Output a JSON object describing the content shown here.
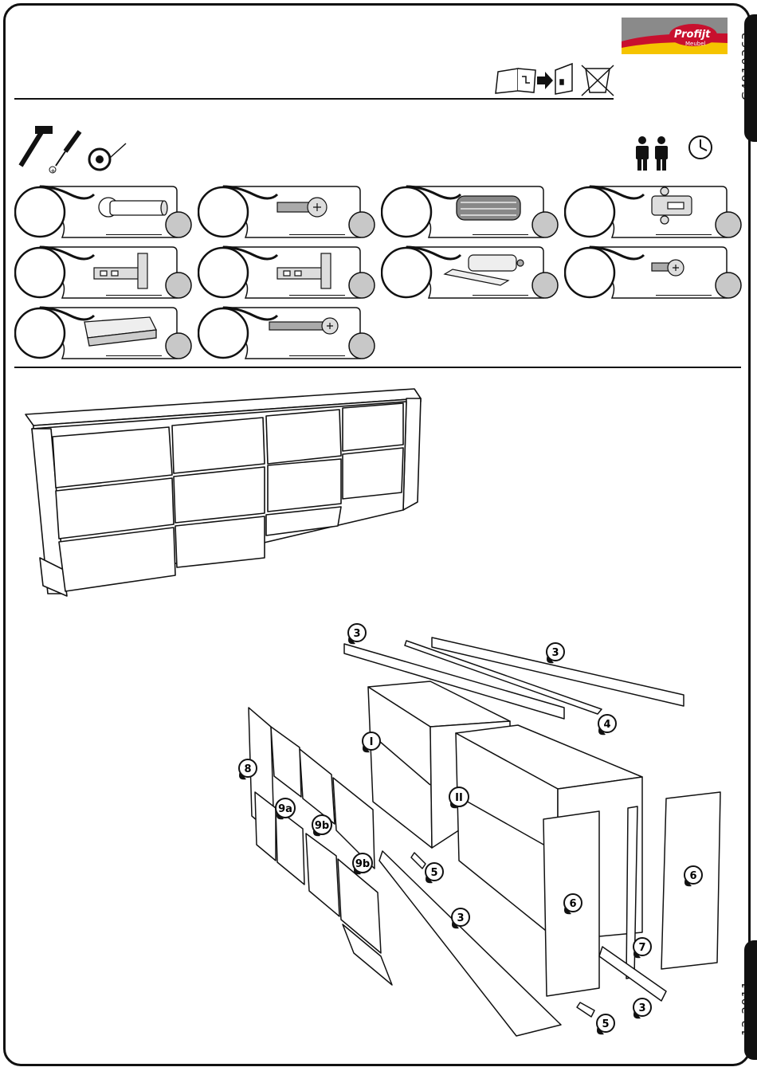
{
  "document": {
    "code": "G4910363",
    "date": "12-2011",
    "brand": {
      "name": "Profijt",
      "sub": "Meubel"
    }
  },
  "parts_panel": {
    "items": [
      {
        "icon": "cam-bolt-icon"
      },
      {
        "icon": "screw-icon"
      },
      {
        "icon": "wooden-dowel-icon"
      },
      {
        "icon": "hinge-plate-icon"
      },
      {
        "icon": "cabinet-hinge-icon"
      },
      {
        "icon": "cabinet-hinge-icon"
      },
      {
        "icon": "push-latch-icon"
      },
      {
        "icon": "short-screw-icon"
      },
      {
        "icon": "drawer-handle-icon"
      },
      {
        "icon": "long-screw-icon"
      }
    ]
  },
  "exploded_view": {
    "labels": [
      "3",
      "3",
      "4",
      "I",
      "II",
      "8",
      "9a",
      "9b",
      "9b",
      "5",
      "3",
      "6",
      "6",
      "7",
      "3",
      "5"
    ]
  },
  "colors": {
    "ink": "#111111",
    "logo_red": "#c8102e",
    "logo_yellow": "#f5c400",
    "logo_grey": "#8a8a8a",
    "qty_circle": "#c8c8c8"
  }
}
